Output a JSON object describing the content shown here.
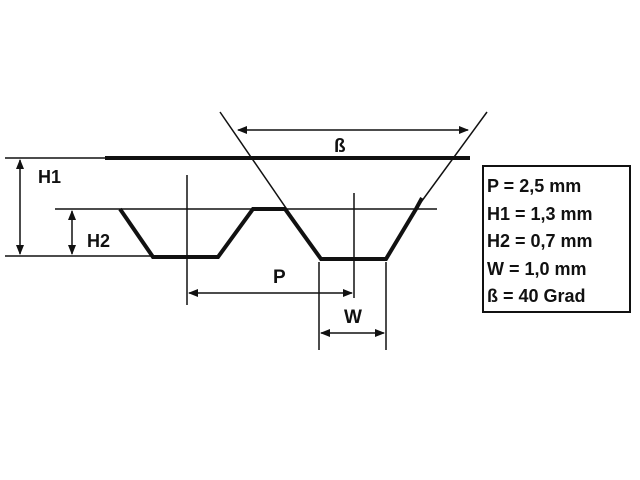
{
  "labels": {
    "beta": "ß",
    "h1": "H1",
    "h2": "H2",
    "p": "P",
    "w": "W"
  },
  "specs": [
    "P = 2,5 mm",
    "H1 = 1,3 mm",
    "H2 = 0,7 mm",
    "W = 1,0 mm",
    "ß = 40 Grad"
  ],
  "colors": {
    "line": "#111111",
    "background": "#ffffff"
  }
}
